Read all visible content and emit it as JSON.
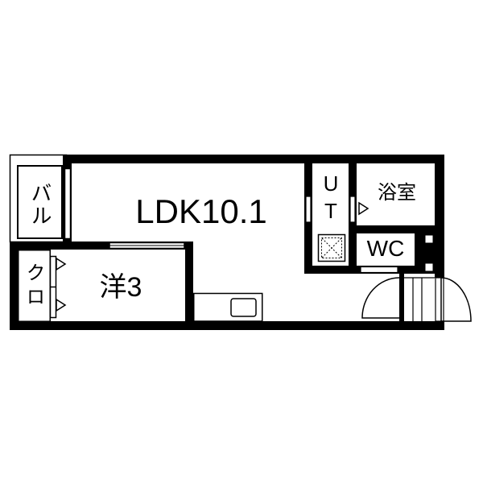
{
  "floor_plan": {
    "rooms": {
      "balcony": "バル",
      "closet": "クロ",
      "western_room": "洋3",
      "ldk": "LDK10.1",
      "utility": "UT",
      "bathroom": "浴室",
      "toilet": "WC"
    }
  },
  "colors": {
    "wall": "#000000",
    "background": "#ffffff"
  }
}
